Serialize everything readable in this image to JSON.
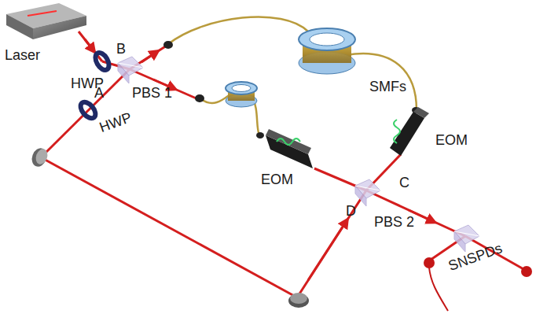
{
  "diagram": {
    "labels": [
      "Laser",
      "HWP",
      "B",
      "A",
      "PBS 1",
      "HWP",
      "SMFs",
      "EOM",
      "EOM",
      "C",
      "D",
      "PBS 2",
      "SNSPDs"
    ]
  }
}
